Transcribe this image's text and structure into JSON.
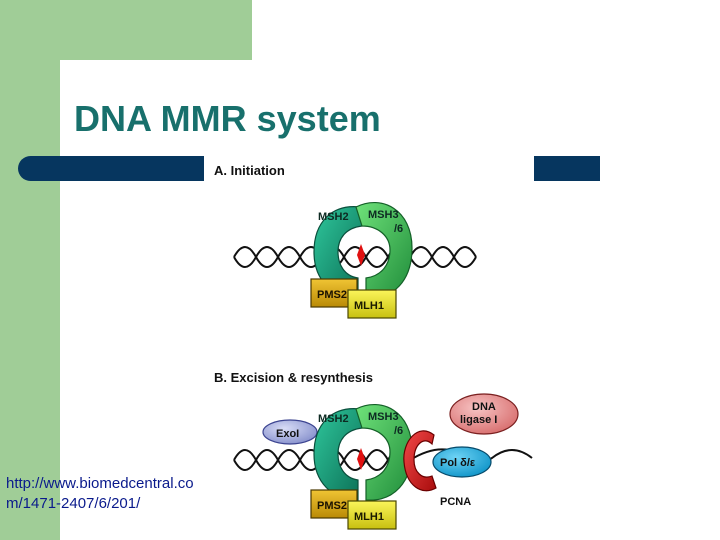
{
  "slide": {
    "title": "DNA MMR system",
    "source_link": "http://www.biomedcentral.com/1471-2407/6/201/"
  },
  "figure": {
    "panel_a": {
      "heading": "A. Initiation",
      "labels": {
        "msh2": "MSH2",
        "msh3": "MSH3",
        "msh3_suffix": "/6",
        "pms2": "PMS2",
        "mlh1": "MLH1"
      }
    },
    "panel_b": {
      "heading": "B. Excision & resynthesis",
      "labels": {
        "msh2": "MSH2",
        "msh3": "MSH3",
        "msh3_suffix": "/6",
        "pms2": "PMS2",
        "mlh1": "MLH1",
        "exo1": "ExoI",
        "ligase_line1": "DNA",
        "ligase_line2": "ligase I",
        "pol": "Pol δ/ε",
        "pcna": "PCNA"
      }
    },
    "colors": {
      "msh2": "#169a78",
      "msh3": "#3cc45a",
      "pms2": "#d7a814",
      "mlh1": "#e8e01e",
      "exo1": "#9aa4d8",
      "ligase": "#e38888",
      "pol": "#1aaee6",
      "pcna": "#d81e1e",
      "mismatch": "#e01010"
    }
  }
}
